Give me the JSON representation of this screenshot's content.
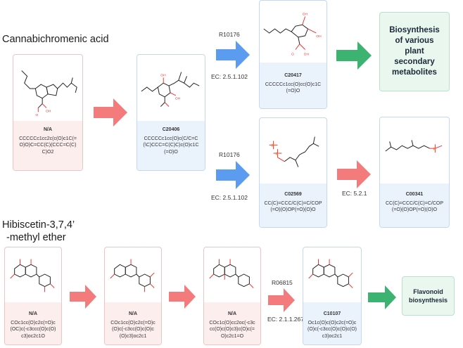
{
  "sections": {
    "cannabichromenic": "Cannabichromenic acid",
    "hibiscetin_line1": "Hibiscetin-3,7,4’",
    "hibiscetin_line2": "-methyl ether"
  },
  "colors": {
    "arrow_red": "#f47b7b",
    "arrow_blue": "#5b9bf0",
    "arrow_green": "#3cb371",
    "card_pink_border": "#f0c4c4",
    "card_blue_border": "#c5d8f0"
  },
  "cards": {
    "cbc_start": {
      "id": "N/A",
      "smiles": "CCCCCc1cc2c(c(O)c1C(=O)O)C=CC(C)(CCC=C(C)C)O2"
    },
    "c20406": {
      "id": "C20406",
      "smiles": "CCCCCc1cc(O)c(C/C=C(\\C)CCC=C(C)C)c(O)c1C(=O)O"
    },
    "c20417": {
      "id": "C20417",
      "smiles": "CCCCCc1cc(O)cc(O)c1C(=O)O"
    },
    "c02569": {
      "id": "C02569",
      "smiles": "CC(C)=CCC/C(C)=C/COP(=O)(O)OP(=O)(O)O"
    },
    "c00341": {
      "id": "C00341",
      "smiles": "CC(C)=CCC/C(C)=C/COP(=O)(O)OP(=O)(O)O"
    },
    "hib_start": {
      "id": "N/A",
      "smiles": "COc1cc(O)c2c(=O)c(OC)c(-c3ccc(O)c(O)c3)oc2c1O"
    },
    "hib_2": {
      "id": "N/A",
      "smiles": "COc1cc(O)c2c(=O)c(O)c(-c3cc(O)c(O)c(O)c3)oc2c1"
    },
    "hib_3": {
      "id": "N/A",
      "smiles": "COc1c(O)cc2oc(-c3ccc(O)c(O)c3)c(O)c(=O)c2c1=O"
    },
    "c10107": {
      "id": "C10107",
      "smiles": "Oc1c(O)c(O)c2c(=O)c(O)c(-c3cc(O)c(O)c(O)c3)oc2c1"
    }
  },
  "reactions": {
    "r1": {
      "id": "R10176",
      "ec": "EC: 2.5.1.102"
    },
    "r2": {
      "id": "R10176",
      "ec": "EC: 2.5.1.102"
    },
    "r3": {
      "ec": "EC: 5.2.1"
    },
    "r4": {
      "id": "R06815",
      "ec": "EC: 2.1.1.267"
    }
  },
  "pathways": {
    "secondary": "Biosynthesis of various plant secondary metabolites",
    "flavonoid": "Flavonoid biosynthesis"
  },
  "mol_labels": {
    "OH": "OH",
    "O": "O",
    "P": "P"
  }
}
